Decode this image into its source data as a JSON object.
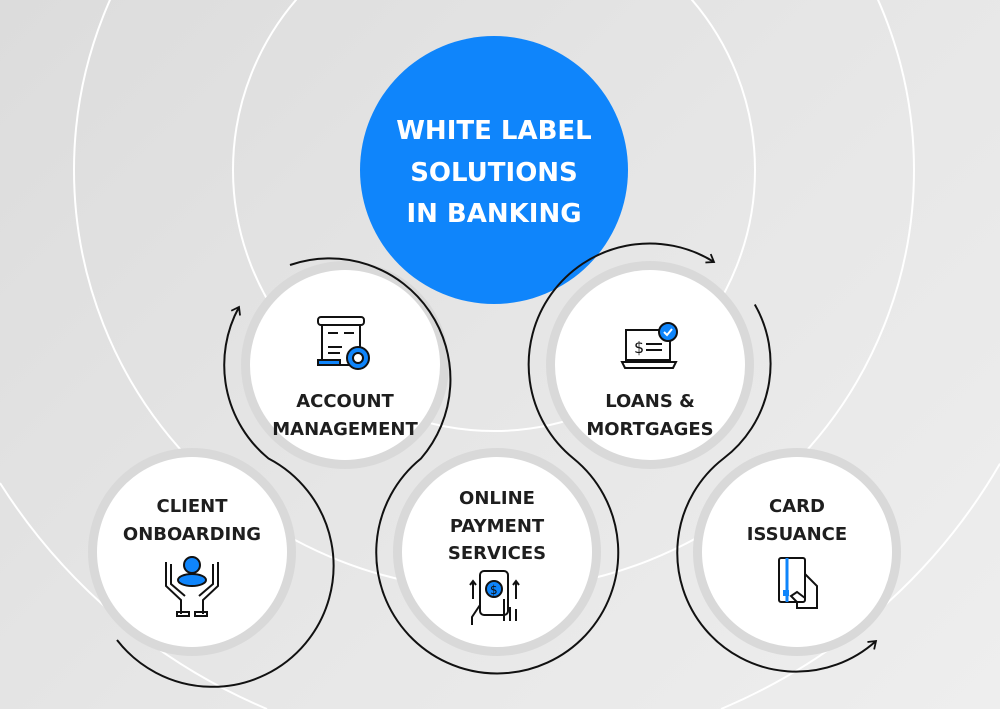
{
  "title": {
    "lines": [
      "WHITE LABEL",
      "SOLUTIONS",
      "IN BANKING"
    ]
  },
  "colors": {
    "accent": "#0f85fb",
    "background": "#e4e4e4",
    "text": "#1e1e1e",
    "node": "#ffffff"
  },
  "nodes": [
    {
      "id": "account-management",
      "lines": [
        "ACCOUNT",
        "MANAGEMENT"
      ],
      "icon": "document-gear-icon"
    },
    {
      "id": "loans-mortgages",
      "lines": [
        "LOANS &",
        "MORTGAGES"
      ],
      "icon": "laptop-dollar-check-icon"
    },
    {
      "id": "client-onboarding",
      "lines": [
        "CLIENT",
        "ONBOARDING"
      ],
      "icon": "hands-user-icon"
    },
    {
      "id": "online-payment-services",
      "lines": [
        "ONLINE",
        "PAYMENT",
        "SERVICES"
      ],
      "icon": "phone-payment-icon"
    },
    {
      "id": "card-issuance",
      "lines": [
        "CARD",
        "ISSUANCE"
      ],
      "icon": "hand-card-icon"
    }
  ]
}
